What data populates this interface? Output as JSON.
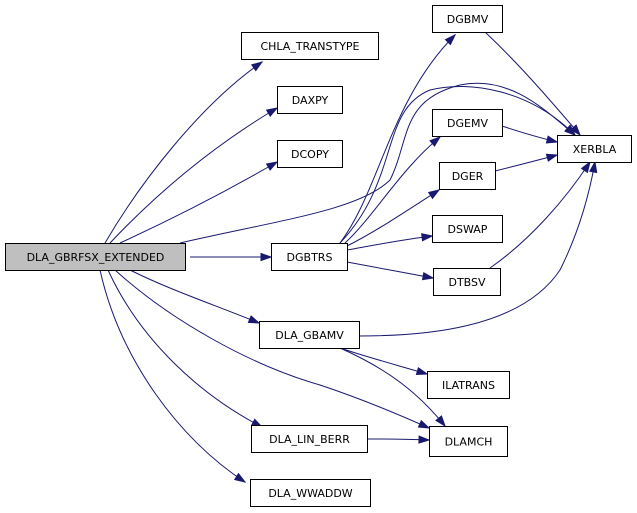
{
  "graph": {
    "colors": {
      "edge": "#191970",
      "node_border": "#000000",
      "root_fill": "#bfbfbf",
      "node_fill": "#ffffff"
    },
    "nodes": [
      {
        "id": "root",
        "label": "DLA_GBRFSX_EXTENDED",
        "highlight": true
      },
      {
        "id": "chla",
        "label": "CHLA_TRANSTYPE"
      },
      {
        "id": "daxpy",
        "label": "DAXPY"
      },
      {
        "id": "dcopy",
        "label": "DCOPY"
      },
      {
        "id": "dgbtrs",
        "label": "DGBTRS"
      },
      {
        "id": "dla_gbamv",
        "label": "DLA_GBAMV"
      },
      {
        "id": "dla_lin_berr",
        "label": "DLA_LIN_BERR"
      },
      {
        "id": "dla_wwaddw",
        "label": "DLA_WWADDW"
      },
      {
        "id": "dgbmv",
        "label": "DGBMV"
      },
      {
        "id": "dgemv",
        "label": "DGEMV"
      },
      {
        "id": "dger",
        "label": "DGER"
      },
      {
        "id": "dswap",
        "label": "DSWAP"
      },
      {
        "id": "dtbsv",
        "label": "DTBSV"
      },
      {
        "id": "xerbla",
        "label": "XERBLA"
      },
      {
        "id": "ilatrans",
        "label": "ILATRANS"
      },
      {
        "id": "dlamch",
        "label": "DLAMCH"
      }
    ],
    "edges": [
      [
        "root",
        "chla"
      ],
      [
        "root",
        "daxpy"
      ],
      [
        "root",
        "dcopy"
      ],
      [
        "root",
        "xerbla"
      ],
      [
        "root",
        "dgbtrs"
      ],
      [
        "root",
        "dla_gbamv"
      ],
      [
        "root",
        "dlamch"
      ],
      [
        "root",
        "dla_lin_berr"
      ],
      [
        "root",
        "dla_wwaddw"
      ],
      [
        "dgbtrs",
        "dgbmv"
      ],
      [
        "dgbtrs",
        "dgemv"
      ],
      [
        "dgbtrs",
        "dger"
      ],
      [
        "dgbtrs",
        "dswap"
      ],
      [
        "dgbtrs",
        "dtbsv"
      ],
      [
        "dgbtrs",
        "xerbla"
      ],
      [
        "dgbmv",
        "xerbla"
      ],
      [
        "dgemv",
        "xerbla"
      ],
      [
        "dger",
        "xerbla"
      ],
      [
        "dtbsv",
        "xerbla"
      ],
      [
        "dla_gbamv",
        "xerbla"
      ],
      [
        "dla_gbamv",
        "ilatrans"
      ],
      [
        "dla_gbamv",
        "dlamch"
      ],
      [
        "dla_lin_berr",
        "dlamch"
      ]
    ]
  }
}
